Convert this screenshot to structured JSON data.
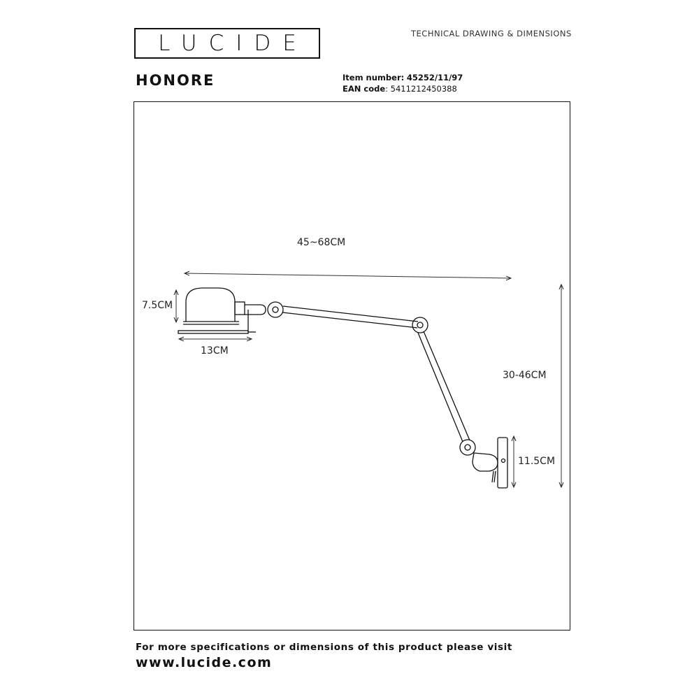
{
  "brand": {
    "logo_text": "LUCIDE"
  },
  "header": {
    "doc_type": "TECHNICAL DRAWING & DIMENSIONS"
  },
  "product": {
    "name": "HONORE",
    "item_number_label": "Item number:",
    "item_number": "45252/11/97",
    "ean_label": "EAN code",
    "ean_value": ": 5411212450388"
  },
  "dimensions": {
    "arm_reach": "45~68CM",
    "shade_height": "7.5CM",
    "shade_width": "13CM",
    "total_height": "30-46CM",
    "base_height": "11.5CM"
  },
  "footer": {
    "line1": "For more specifications or dimensions of this product please visit",
    "url": "www.lucide.com"
  }
}
